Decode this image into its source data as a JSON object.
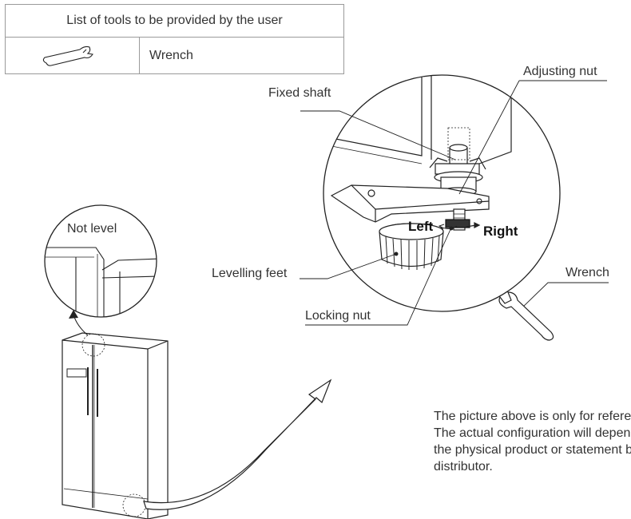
{
  "tools_table": {
    "header": "List of tools to be provided by the user",
    "tool_name": "Wrench",
    "tool_icon": "wrench-icon"
  },
  "labels": {
    "not_level": "Not level",
    "fixed_shaft": "Fixed shaft",
    "adjusting_nut": "Adjusting nut",
    "levelling_feet": "Levelling feet",
    "locking_nut": "Locking nut",
    "wrench": "Wrench",
    "left": "Left",
    "right": "Right"
  },
  "note": {
    "lines": [
      "The picture above is only for reference.",
      "The actual configuration will depend on",
      "the physical product or statement by the",
      "distributor."
    ]
  }
}
